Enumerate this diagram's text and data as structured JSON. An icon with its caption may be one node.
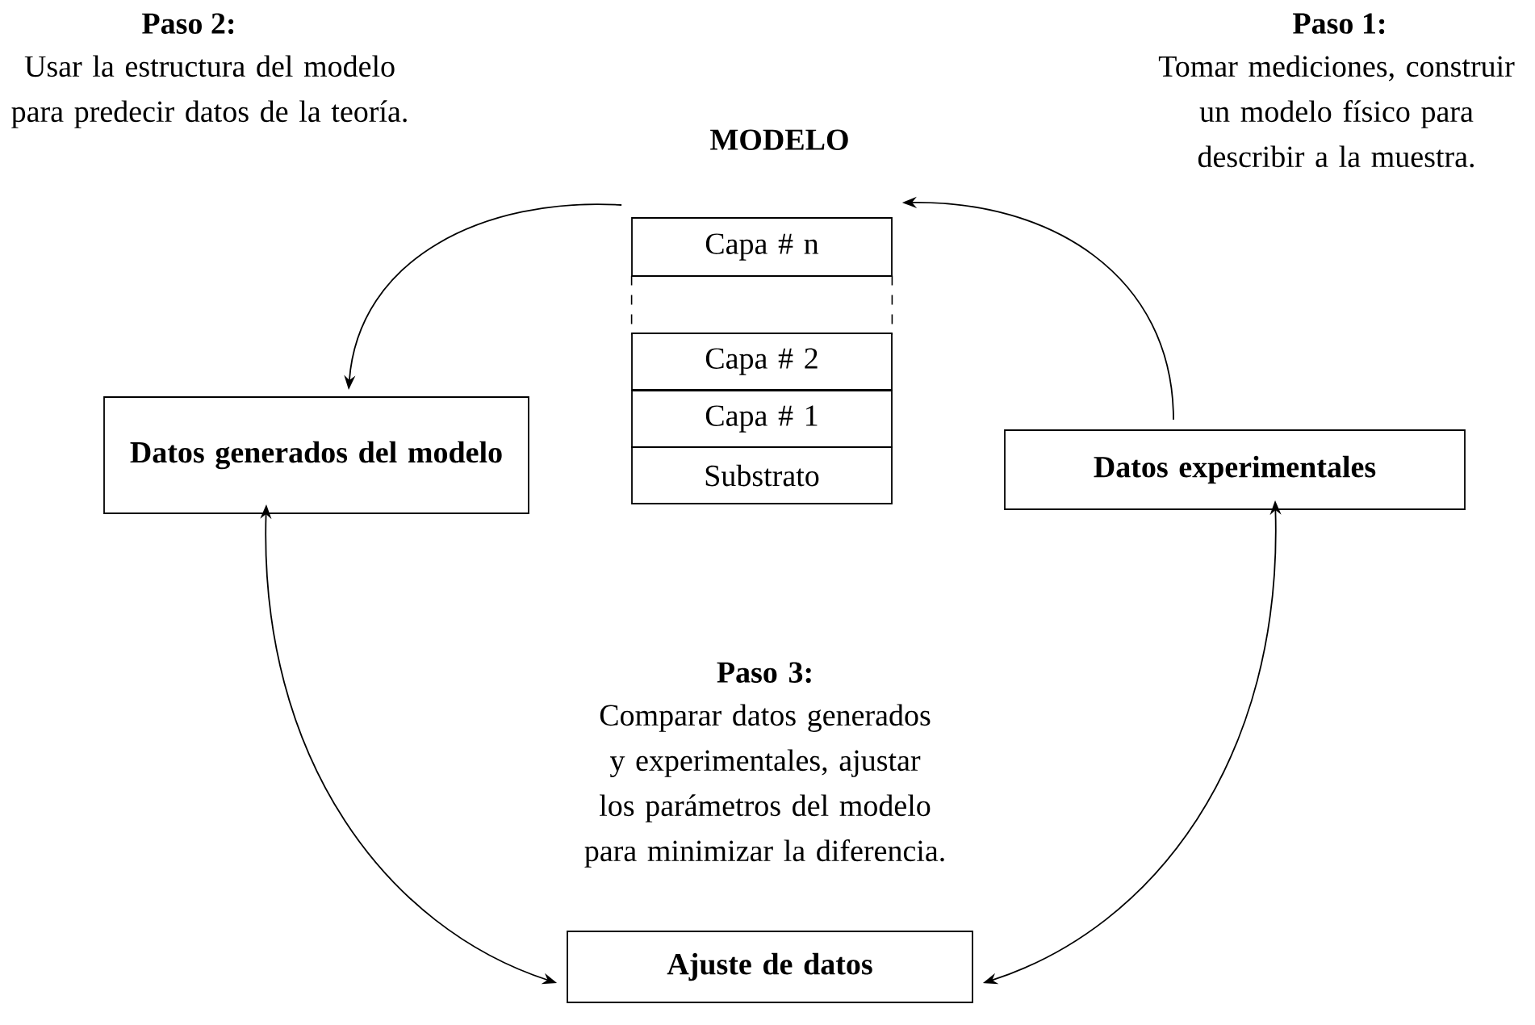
{
  "diagram": {
    "nodes": [
      {
        "text": [
          "Datos generados del modelo"
        ]
      },
      {
        "text": [
          "Capa # n"
        ]
      },
      {
        "text": [],
        "shape": "box"
      },
      {
        "text": [
          "Capa # 2"
        ]
      },
      {
        "text": [
          "Capa # 1"
        ]
      },
      {
        "text": [
          "Substrato"
        ]
      },
      {
        "text": [
          "Datos experimentales"
        ]
      },
      {
        "text": [
          "Ajuste de datos"
        ]
      }
    ],
    "edges": [
      {
        "from": 6,
        "to": 1,
        "arrow": "to"
      },
      {
        "from": 1,
        "to": 0,
        "arrow": "to"
      },
      {
        "from": 0,
        "to": 7,
        "arrow": "both"
      },
      {
        "from": 6,
        "to": 7,
        "arrow": "both"
      }
    ],
    "labels": [
      "Paso 2:",
      "Usar la estructura del modelo para predecir datos de la teoría.",
      "Paso 1:",
      "Tomar mediciones, construir un modelo físico para describir a la muestra.",
      "MODELO",
      "Paso 3:",
      "Comparar datos generados y experimentales, ajustar los parámetros del modelo para minimizar la diferencia."
    ]
  }
}
